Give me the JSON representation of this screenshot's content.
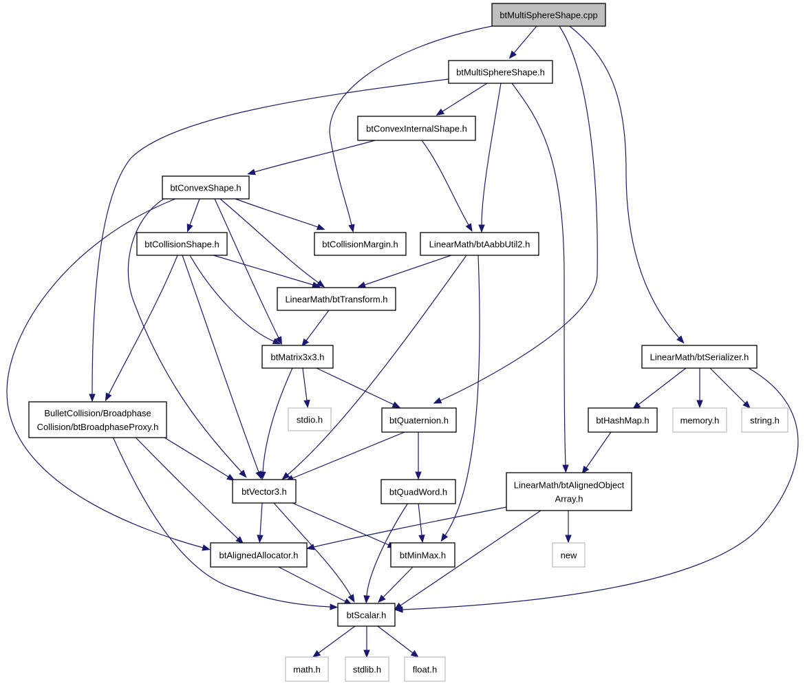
{
  "diagram": {
    "colors": {
      "edge": "#191970",
      "root_fill": "#bfbfbf",
      "node_fill": "#ffffff",
      "node_border": "#000000",
      "external_border": "#bfbfbf"
    },
    "nodes": [
      {
        "id": "root",
        "lines": [
          "btMultiSphereShape.cpp"
        ],
        "kind": "root"
      },
      {
        "id": "msh",
        "lines": [
          "btMultiSphereShape.h"
        ],
        "kind": "file"
      },
      {
        "id": "cis",
        "lines": [
          "btConvexInternalShape.h"
        ],
        "kind": "file"
      },
      {
        "id": "cs",
        "lines": [
          "btConvexShape.h"
        ],
        "kind": "file"
      },
      {
        "id": "col",
        "lines": [
          "btCollisionShape.h"
        ],
        "kind": "file"
      },
      {
        "id": "cm",
        "lines": [
          "btCollisionMargin.h"
        ],
        "kind": "file"
      },
      {
        "id": "aabb",
        "lines": [
          "LinearMath/btAabbUtil2.h"
        ],
        "kind": "file"
      },
      {
        "id": "tr",
        "lines": [
          "LinearMath/btTransform.h"
        ],
        "kind": "file"
      },
      {
        "id": "m33",
        "lines": [
          "btMatrix3x3.h"
        ],
        "kind": "file"
      },
      {
        "id": "ser",
        "lines": [
          "LinearMath/btSerializer.h"
        ],
        "kind": "file"
      },
      {
        "id": "bp",
        "lines": [
          "BulletCollision/Broadphase",
          "Collision/btBroadphaseProxy.h"
        ],
        "kind": "file"
      },
      {
        "id": "stdio",
        "lines": [
          "stdio.h"
        ],
        "kind": "external"
      },
      {
        "id": "quat",
        "lines": [
          "btQuaternion.h"
        ],
        "kind": "file"
      },
      {
        "id": "hm",
        "lines": [
          "btHashMap.h"
        ],
        "kind": "file"
      },
      {
        "id": "mem",
        "lines": [
          "memory.h"
        ],
        "kind": "external"
      },
      {
        "id": "str",
        "lines": [
          "string.h"
        ],
        "kind": "external"
      },
      {
        "id": "v3",
        "lines": [
          "btVector3.h"
        ],
        "kind": "file"
      },
      {
        "id": "qw",
        "lines": [
          "btQuadWord.h"
        ],
        "kind": "file"
      },
      {
        "id": "aoa",
        "lines": [
          "LinearMath/btAlignedObject",
          "Array.h"
        ],
        "kind": "file"
      },
      {
        "id": "aa",
        "lines": [
          "btAlignedAllocator.h"
        ],
        "kind": "file"
      },
      {
        "id": "mm",
        "lines": [
          "btMinMax.h"
        ],
        "kind": "file"
      },
      {
        "id": "new",
        "lines": [
          "new"
        ],
        "kind": "external"
      },
      {
        "id": "sc",
        "lines": [
          "btScalar.h"
        ],
        "kind": "file"
      },
      {
        "id": "math",
        "lines": [
          "math.h"
        ],
        "kind": "external"
      },
      {
        "id": "stdlib",
        "lines": [
          "stdlib.h"
        ],
        "kind": "external"
      },
      {
        "id": "float",
        "lines": [
          "float.h"
        ],
        "kind": "external"
      }
    ],
    "edges": [
      [
        "root",
        "msh"
      ],
      [
        "root",
        "cm"
      ],
      [
        "root",
        "quat"
      ],
      [
        "root",
        "ser"
      ],
      [
        "msh",
        "bp"
      ],
      [
        "msh",
        "cis"
      ],
      [
        "msh",
        "aabb"
      ],
      [
        "msh",
        "aoa"
      ],
      [
        "cis",
        "cs"
      ],
      [
        "cis",
        "aabb"
      ],
      [
        "cs",
        "aa"
      ],
      [
        "cs",
        "v3"
      ],
      [
        "cs",
        "col"
      ],
      [
        "cs",
        "m33"
      ],
      [
        "cs",
        "tr"
      ],
      [
        "cs",
        "cm"
      ],
      [
        "col",
        "bp"
      ],
      [
        "col",
        "v3"
      ],
      [
        "col",
        "m33"
      ],
      [
        "col",
        "tr"
      ],
      [
        "aabb",
        "tr"
      ],
      [
        "aabb",
        "v3"
      ],
      [
        "aabb",
        "mm"
      ],
      [
        "tr",
        "m33"
      ],
      [
        "m33",
        "v3"
      ],
      [
        "m33",
        "stdio"
      ],
      [
        "m33",
        "quat"
      ],
      [
        "ser",
        "hm"
      ],
      [
        "ser",
        "mem"
      ],
      [
        "ser",
        "str"
      ],
      [
        "ser",
        "sc"
      ],
      [
        "bp",
        "sc"
      ],
      [
        "bp",
        "aa"
      ],
      [
        "bp",
        "v3"
      ],
      [
        "quat",
        "v3"
      ],
      [
        "quat",
        "qw"
      ],
      [
        "hm",
        "aoa"
      ],
      [
        "qw",
        "sc"
      ],
      [
        "qw",
        "mm"
      ],
      [
        "v3",
        "aa"
      ],
      [
        "v3",
        "sc"
      ],
      [
        "v3",
        "mm"
      ],
      [
        "aoa",
        "aa"
      ],
      [
        "aoa",
        "new"
      ],
      [
        "aoa",
        "sc"
      ],
      [
        "aa",
        "sc"
      ],
      [
        "mm",
        "sc"
      ],
      [
        "sc",
        "math"
      ],
      [
        "sc",
        "stdlib"
      ],
      [
        "sc",
        "float"
      ]
    ]
  }
}
